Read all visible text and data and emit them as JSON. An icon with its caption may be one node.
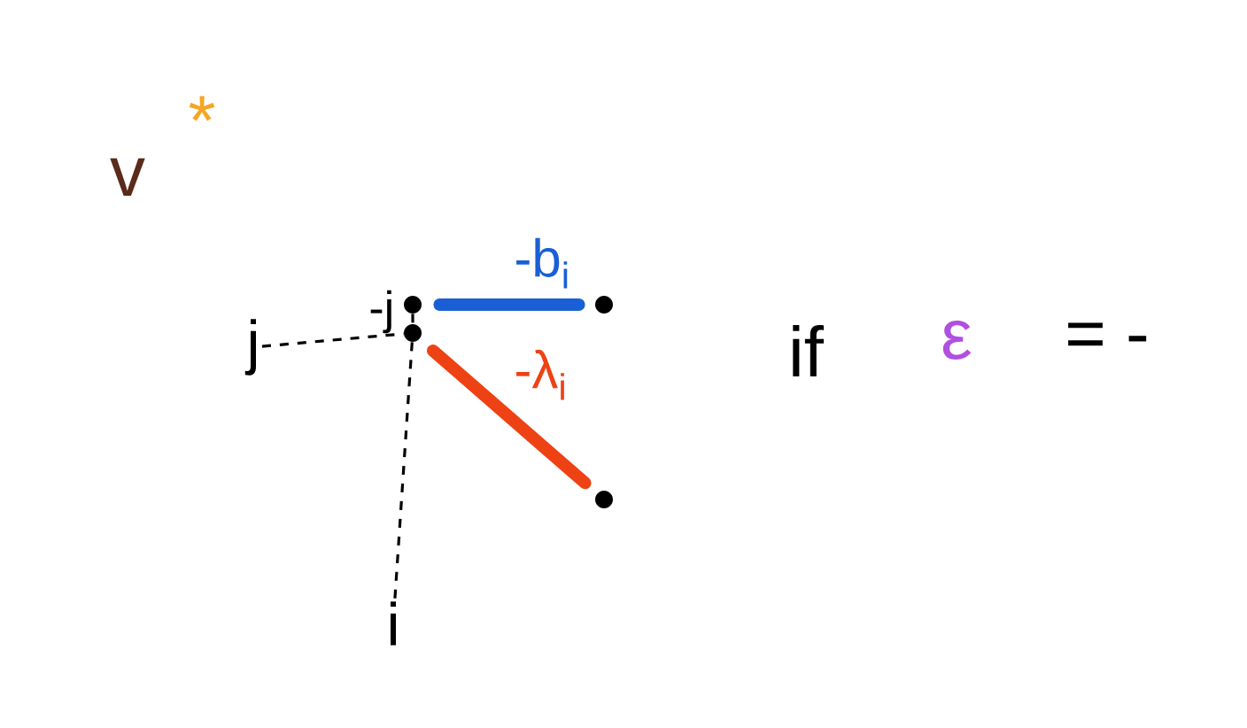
{
  "diagram": {
    "nodes": [
      {
        "text": [],
        "shape": "circle",
        "beside": [
          "-j"
        ]
      },
      {
        "text": [],
        "shape": "circle"
      },
      {
        "text": [],
        "shape": "circle"
      },
      {
        "text": [],
        "shape": "circle"
      },
      {
        "text": [
          "j"
        ]
      },
      {
        "text": [
          "i"
        ]
      }
    ],
    "edges": [
      {
        "from": 0,
        "to": 1,
        "arrow": "none",
        "style": "thick",
        "color": "#1a5fd6",
        "label": "-b$_{i}$"
      },
      {
        "from": 0,
        "to": 2,
        "arrow": "none",
        "style": "dashed"
      },
      {
        "from": 4,
        "to": 2,
        "arrow": "none",
        "style": "dashed"
      },
      {
        "from": 2,
        "to": 3,
        "arrow": "none",
        "style": "thick",
        "color": "#ee4214",
        "label": "-λ$_{i}$"
      },
      {
        "from": 2,
        "to": 5,
        "arrow": "none",
        "style": "dashed"
      }
    ],
    "labels": [
      "v",
      "*",
      "if",
      "ε",
      "= -"
    ]
  }
}
